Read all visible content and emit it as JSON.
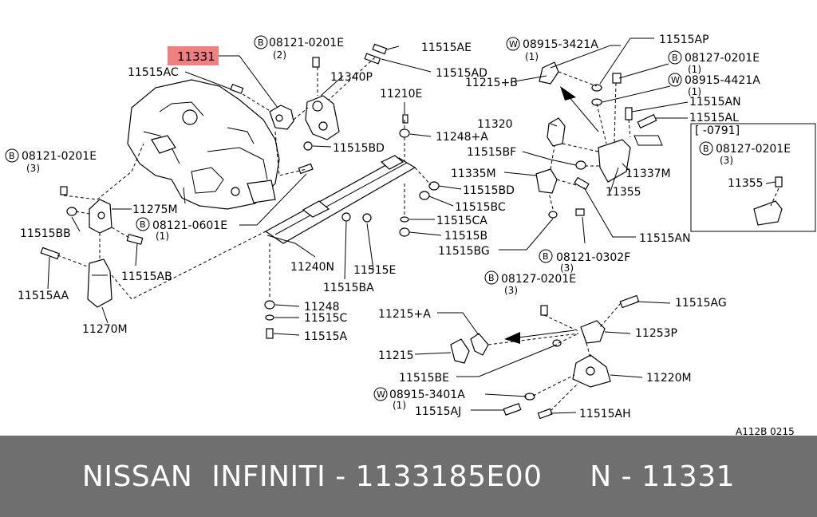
{
  "labels": {
    "p11331": "11331",
    "b08121_0201e_top": "08121-0201E",
    "q2": "(2)",
    "p11515ae": "11515AE",
    "p11515ad": "11515AD",
    "p11515ac": "11515AC",
    "p11340p": "11340P",
    "p11210e": "11210E",
    "p11248a": "11248+A",
    "p11515bd_top": "11515BD",
    "b08121_0201e_left": "08121-0201E",
    "q3a": "(3)",
    "p11275m": "11275M",
    "b08121_0601e": "08121-0601E",
    "q1a": "(1)",
    "p11515bb": "11515BB",
    "p11515ab": "11515AB",
    "p11515aa": "11515AA",
    "p11270m": "11270M",
    "p11240n": "11240N",
    "p11515e": "11515E",
    "p11515ba": "11515BA",
    "p11248": "11248",
    "p11515c": "11515C",
    "p11515a": "11515A",
    "w08915_3421a": "08915-3421A",
    "q1b": "(1)",
    "p11515ap": "11515AP",
    "b08127_0201e_r": "08127-0201E",
    "q1c": "(1)",
    "w08915_4421a": "08915-4421A",
    "q1d": "(1)",
    "p11215b": "11215+B",
    "p11515an_top": "11515AN",
    "p11515al": "11515AL",
    "p11320": "11320",
    "p11515bf": "11515BF",
    "p11337m": "11337M",
    "p11335m": "11335M",
    "p11355": "11355",
    "p11515bd_mid": "11515BD",
    "p11515bc": "11515BC",
    "p11515ca": "11515CA",
    "p11515b": "11515B",
    "p11515bg": "11515BG",
    "p11515an_bot": "11515AN",
    "b08121_0302f": "08121-0302F",
    "q3b": "(3)",
    "inset_range": "[      -0791]",
    "b08127_0201e_inset": "08127-0201E",
    "q3c": "(3)",
    "p11355_inset": "11355",
    "b08127_0201e_low": "08127-0201E",
    "q3d": "(3)",
    "p11515ag": "11515AG",
    "p11215a": "11215+A",
    "p11253p": "11253P",
    "p11215": "11215",
    "p11515be": "11515BE",
    "p11220m": "11220M",
    "w08915_3401a": "08915-3401A",
    "q1e": "(1)",
    "p11515aj": "11515AJ",
    "p11515ah": "11515AH",
    "ref_code": "A112B 0215",
    "circle_b": "B",
    "circle_w": "W"
  },
  "banner": "NISSAN  INFINITI - 1133185E00     N - 11331",
  "colors": {
    "highlight": "#f08080",
    "banner_bg": "#6f6f6f",
    "banner_text": "#ffffff"
  }
}
